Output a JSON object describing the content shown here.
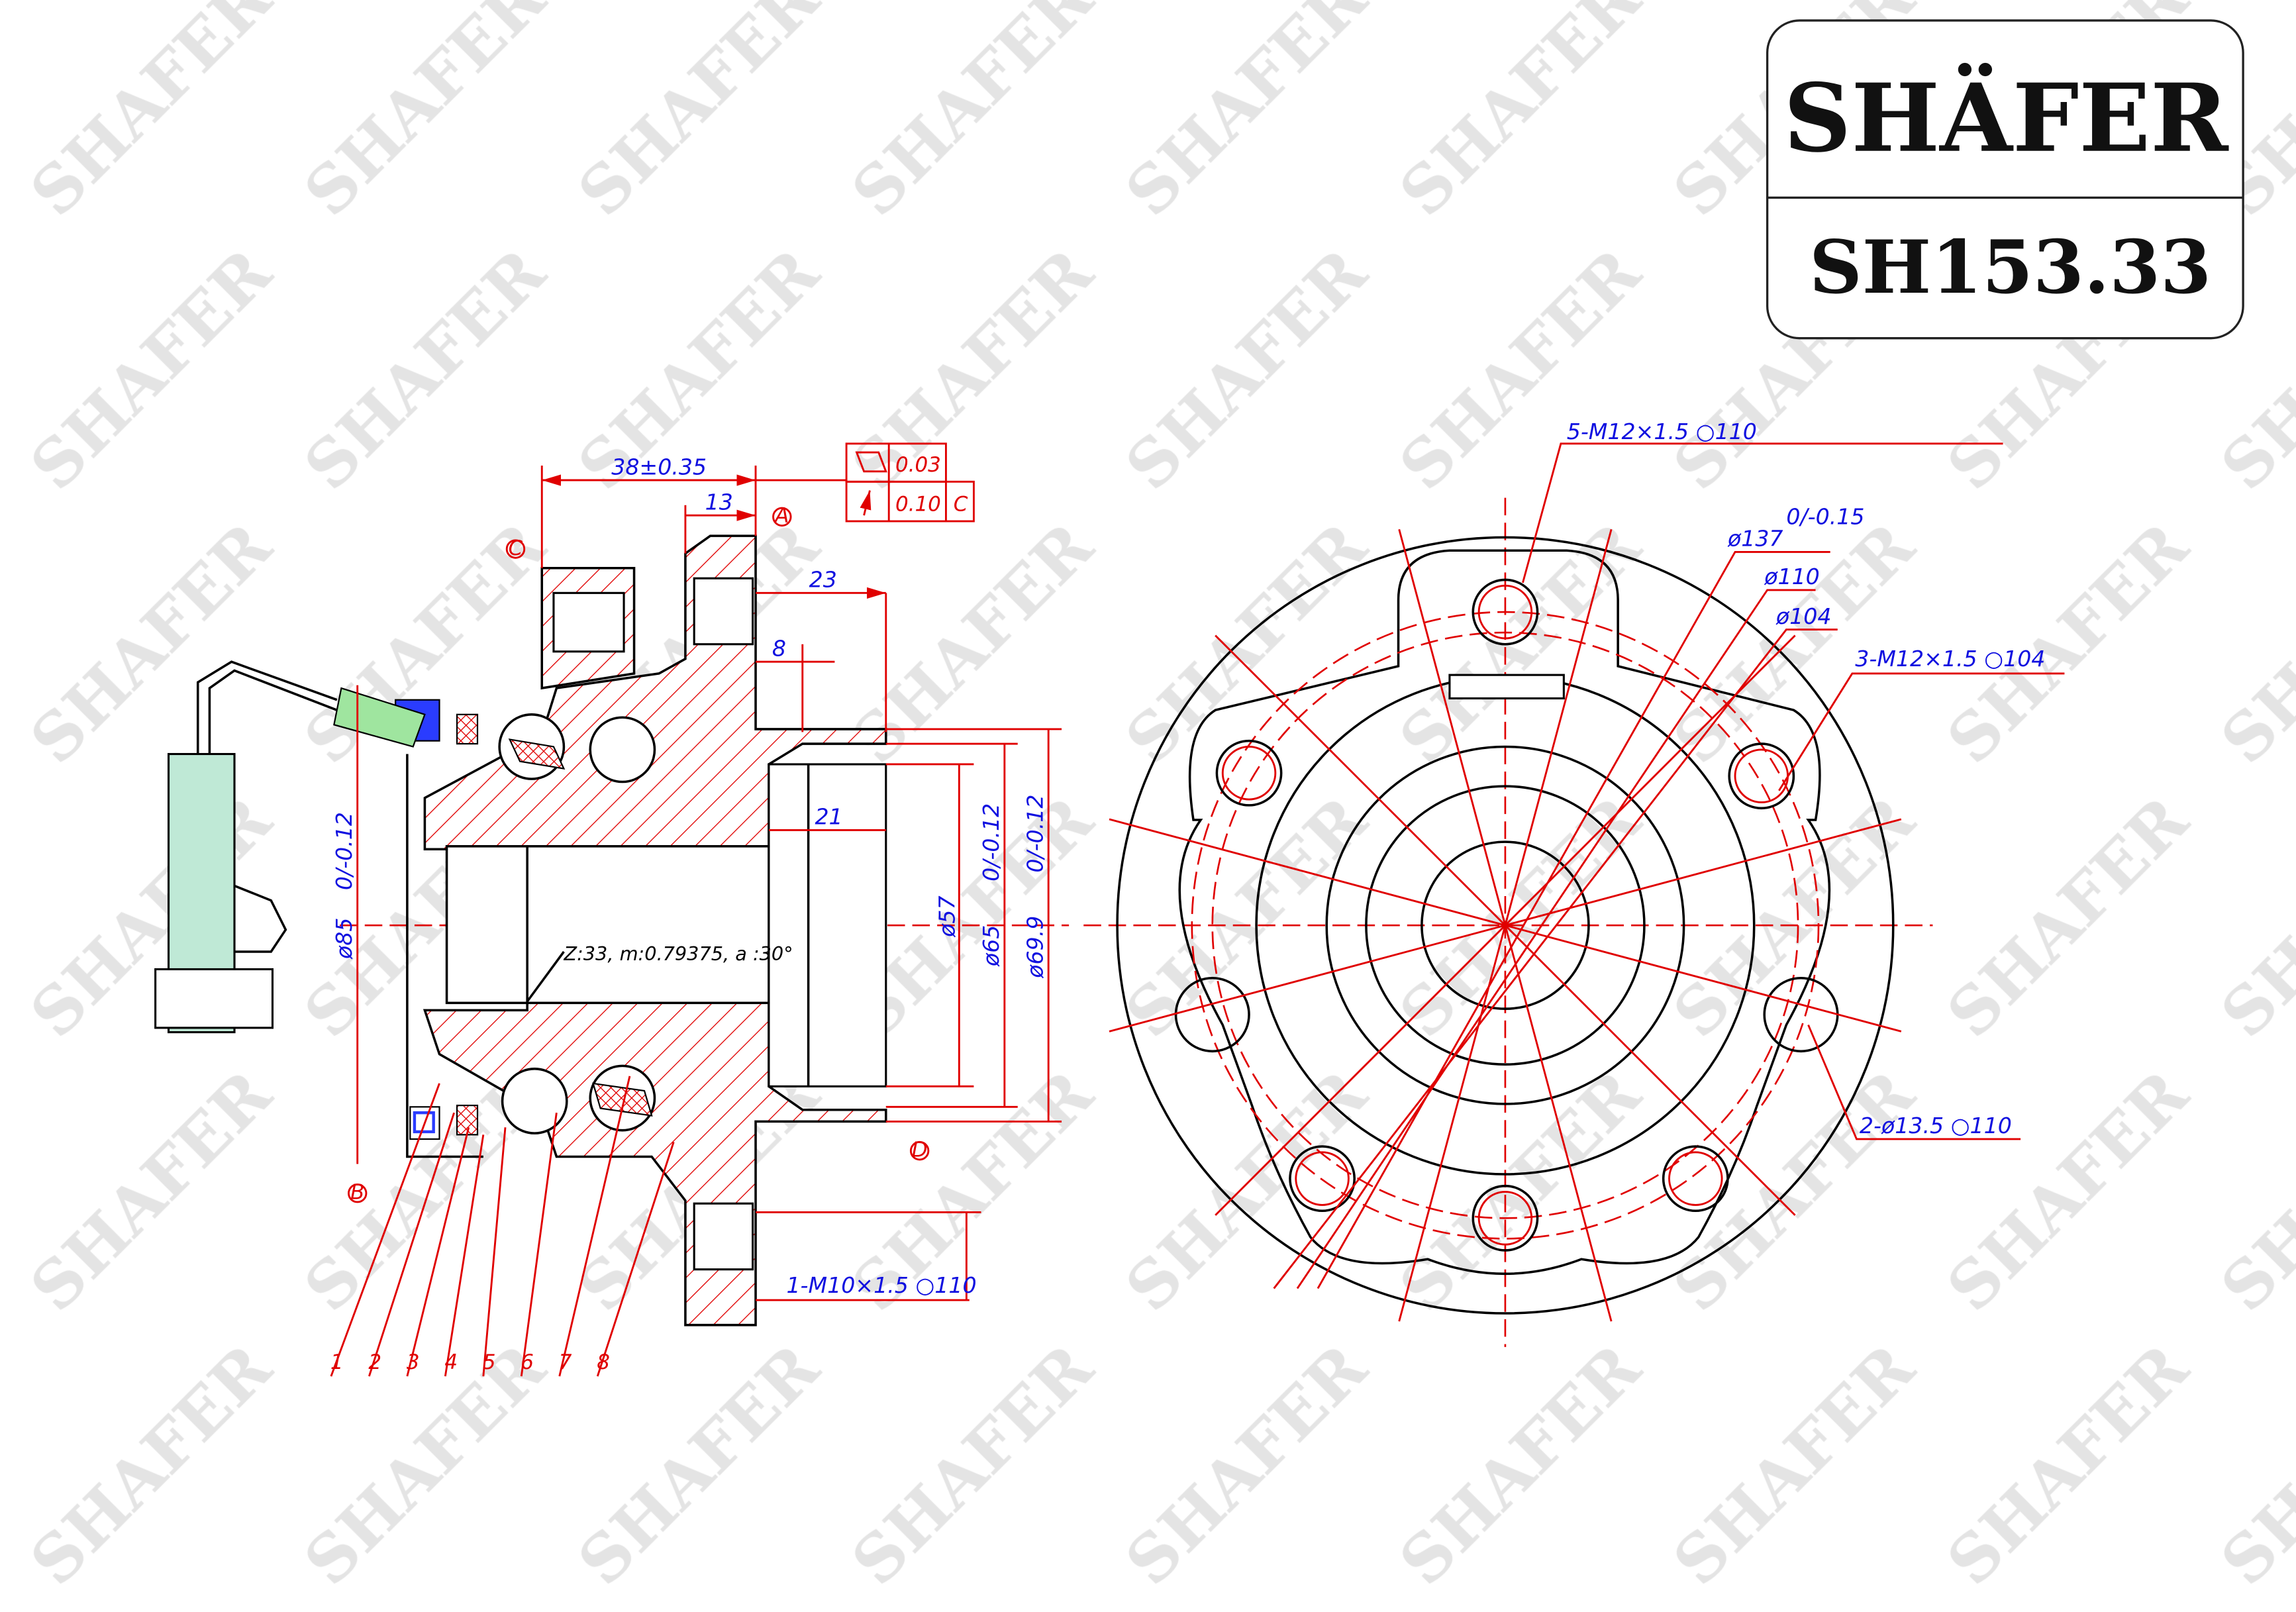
{
  "watermark": "SHAFER",
  "logo": {
    "brand": "SHÄFER",
    "part_number": "SH153.33"
  },
  "dimensions": {
    "overall_length": "38±0.35",
    "flange_thickness": "13",
    "dim_23": "23",
    "dim_8": "8",
    "dim_21": "21",
    "dia_85": "ø85",
    "dia_85_tol": "0/-0.12",
    "dia_57": "ø57",
    "dia_65": "ø65",
    "dia_65_tol": "0/-0.12",
    "dia_69_9": "ø69.9",
    "dia_69_9_tol": "0/-0.12",
    "spline": "Z:33, m:0.79375, a :30°",
    "thread_bottom": "1-M10×1.5  ○110"
  },
  "tolerance_frame": {
    "flatness_value": "0.03",
    "runout_value": "0.10",
    "datum": "C"
  },
  "datums": [
    "A",
    "B",
    "C",
    "D"
  ],
  "front_view": {
    "callout_1": "5-M12×1.5  ○110",
    "callout_2": "ø137",
    "callout_2_tol": "0/-0.15",
    "callout_3": "ø110",
    "callout_4": "ø104",
    "callout_5": "3-M12×1.5  ○104",
    "callout_6": "2-ø13.5  ○110"
  },
  "part_labels": [
    "1",
    "2",
    "3",
    "4",
    "5",
    "6",
    "7",
    "8"
  ]
}
